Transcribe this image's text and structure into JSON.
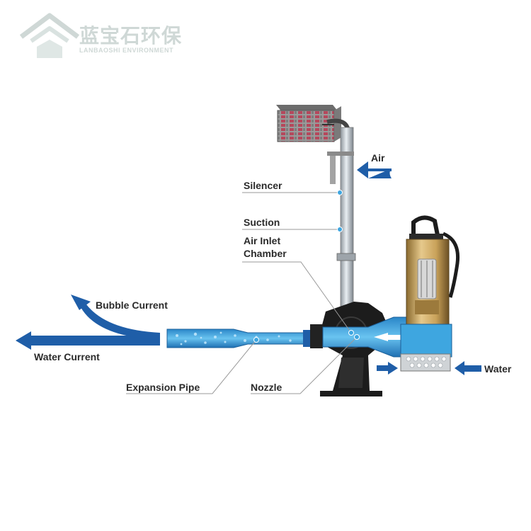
{
  "logo": {
    "name_cn": "蓝宝石环保",
    "name_en": "LANBAOSHI ENVIRONMENT"
  },
  "labels": {
    "air": "Air",
    "silencer": "Silencer",
    "suction": "Suction",
    "air_inlet_line1": "Air Inlet",
    "air_inlet_line2": "Chamber",
    "bubble_current": "Bubble Current",
    "water_current": "Water Current",
    "expansion_pipe": "Expansion Pipe",
    "nozzle": "Nozzle",
    "water": "Water"
  },
  "colors": {
    "flow_arrow": "#1f5ea8",
    "water_blue": "#3ea6e0",
    "pump_body": "#1c1c1c",
    "steel": "#b8bec4",
    "logo_gray": "#cfd8d6"
  },
  "icons": {
    "logo_mark": "house-roof-logo-icon"
  }
}
